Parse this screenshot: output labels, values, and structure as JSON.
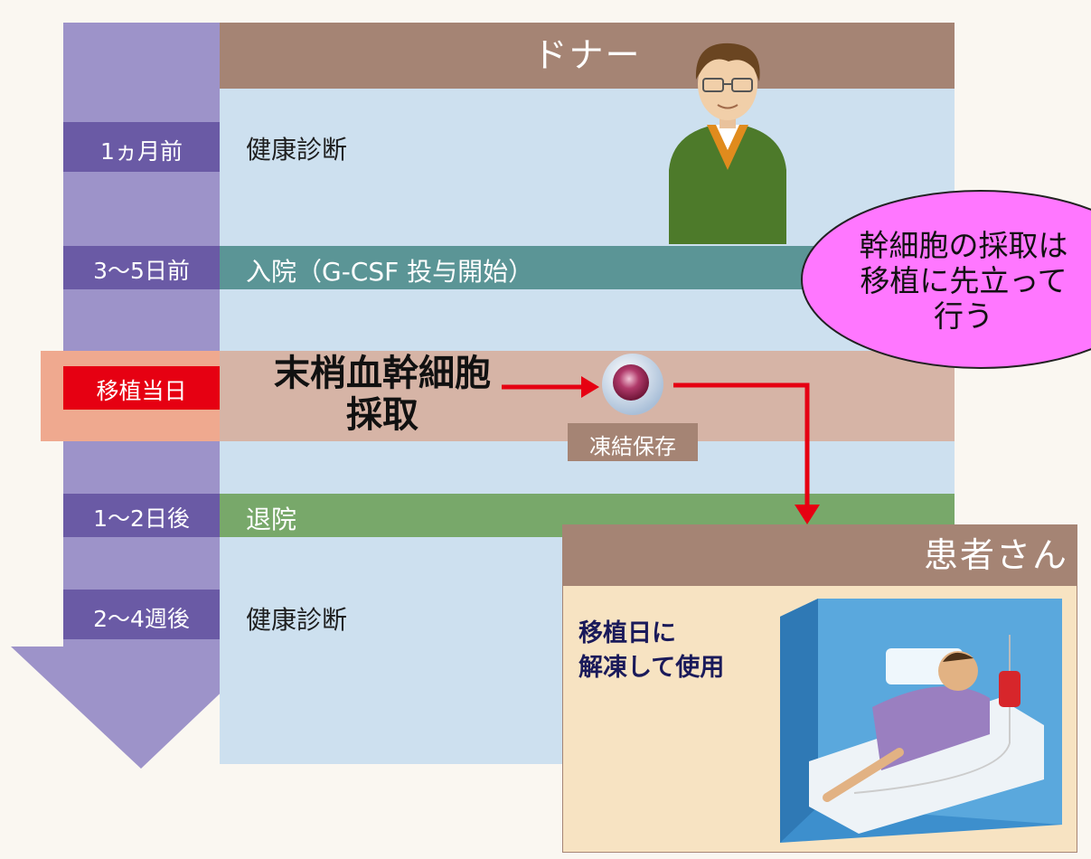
{
  "donor": {
    "title": "ドナー",
    "health_check_1": "健康診断",
    "admission": "入院（G-CSF 投与開始）",
    "harvest_line1": "末梢血幹細胞",
    "harvest_line2": "採取",
    "freeze": "凍結保存",
    "discharge": "退院",
    "health_check_2": "健康診断"
  },
  "timeline": [
    "1ヵ月前",
    "3～5日前",
    "移植当日",
    "1～2日後",
    "2～4週後"
  ],
  "patient": {
    "title": "患者さん",
    "note_line1": "移植日に",
    "note_line2": "解凍して使用"
  },
  "note_bubble": {
    "line1": "幹細胞の採取は",
    "line2": "移植に先立って",
    "line3": "行う"
  },
  "colors": {
    "timeline": "#9d93c9",
    "label_box": "#6a5aa5",
    "highlight_label": "#e60012",
    "donor_panel": "#cde0ef",
    "header": "#a58474",
    "admission_band": "#5b9596",
    "harvest_band": "#d6b4a6",
    "discharge_band": "#78a86a",
    "patient_panel": "#f7e3c2",
    "arrow": "#e60012",
    "bubble": "#ff77ff"
  }
}
